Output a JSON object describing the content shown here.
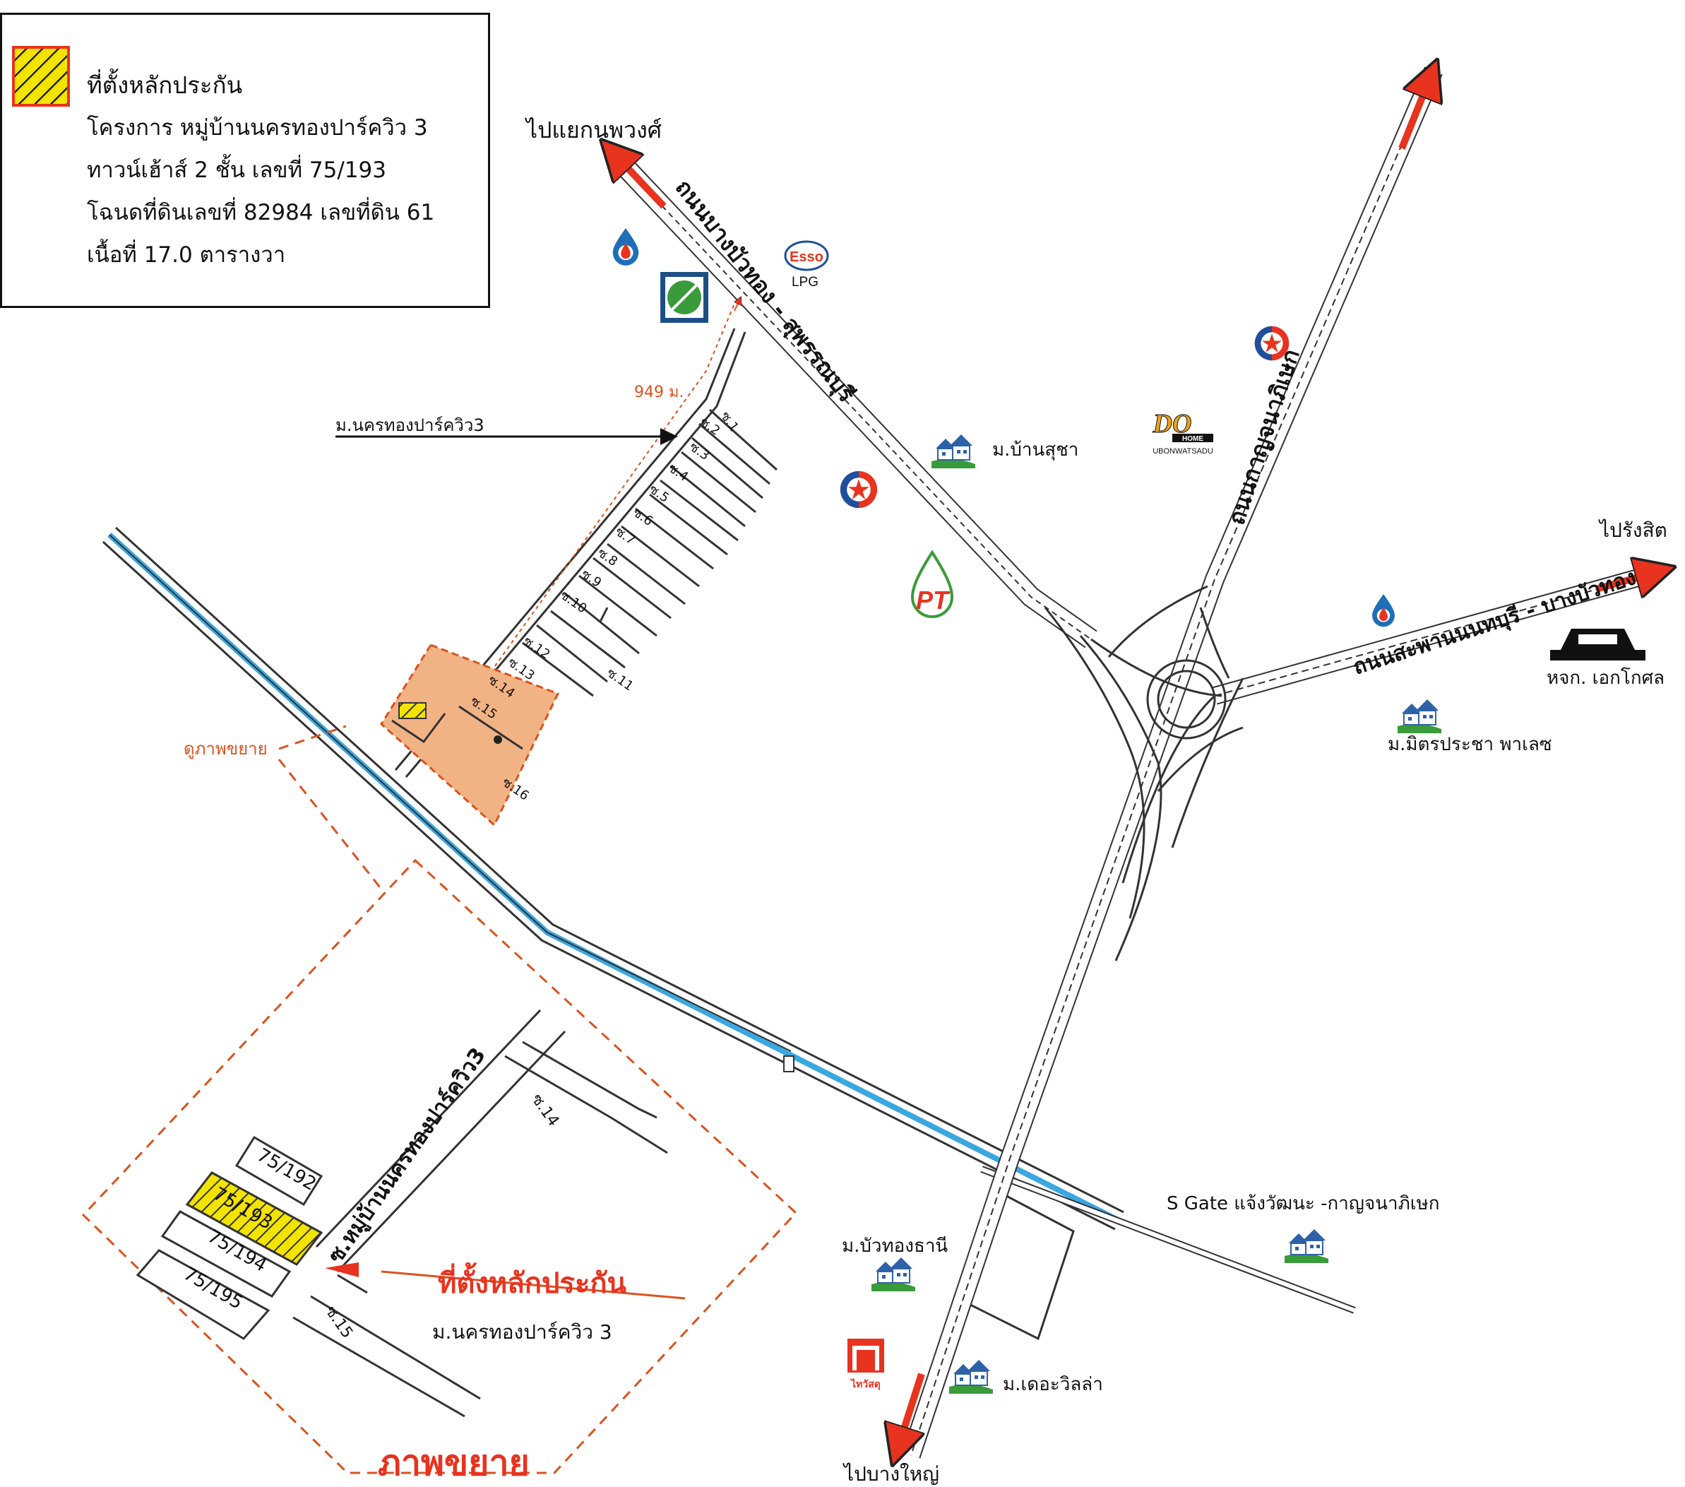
{
  "legend": {
    "swatch_label": "collateral-location-swatch",
    "title": "ที่ตั้งหลักประกัน",
    "line1": "โครงการ หมู่บ้านนครทองปาร์ควิว 3",
    "line2": "ทาวน์เฮ้าส์ 2 ชั้น เลขที่ 75/193",
    "line3": "โฉนดที่ดินเลขที่ 82984 เลขที่ดิน 61",
    "line4": "เนื้อที่ 17.0 ตารางวา"
  },
  "roads": {
    "bangbuathong_suphan": "ถนนบางบัวทอง - สุพรรณบุรี",
    "kanchanaphisek": "ถนนกาญจนาภิเษก",
    "saphan_nonthaburi": "ถนนสะพานนนทบุรี - บางบัวทอง"
  },
  "directions": {
    "to_nopphawong": "ไปแยกนพวงศ์",
    "to_rangsit": "ไปรังสิต",
    "to_bangyai": "ไปบางใหญ่"
  },
  "labels": {
    "village_arrow": "ม.นครทองปาร์ควิว3",
    "distance": "949 ม.",
    "see_enlarged": "ดูภาพขยาย",
    "enlarged_title": "ภาพขยาย",
    "collateral_location": "ที่ตั้งหลักประกัน",
    "village_main": "ม.นครทองปาร์ควิว 3",
    "soi_main": "ซ.หมู่บ้านนครทองปาร์ควิว3",
    "soi14": "ซ.14",
    "soi15": "ซ.15",
    "esso_sub": "LPG",
    "esso": "Esso",
    "do_home": "DO",
    "do_home_sub": "HOME",
    "do_home_sub2": "UBONWATSADU",
    "pt": "PT",
    "thai_watsadu": "ไทวัสดุ"
  },
  "sois": [
    "ซ.1",
    "ซ.2",
    "ซ.3",
    "ซ.4",
    "ซ.5",
    "ซ.6",
    "ซ.7",
    "ซ.8",
    "ซ.9",
    "ซ.10",
    "ซ.11",
    "ซ.12",
    "ซ.13",
    "ซ.14",
    "ซ.15",
    "ซ.16"
  ],
  "plots": [
    "75/192",
    "75/193",
    "75/194",
    "75/195"
  ],
  "landmarks": {
    "ban_sucha": "ม.บ้านสุชา",
    "mitrprachar": "ม.มิตรประชา พาเลซ",
    "ekkoson": "หจก. เอกโกศล",
    "sgate": "S Gate แจ้งวัฒนะ -กาญจนาภิเษก",
    "buathong_thani": "ม.บัวทองธานี",
    "the_villa": "ม.เดอะวิลล่า"
  },
  "colors": {
    "arrow_red": "#e8331f",
    "dashed_orange": "#d9531e",
    "canal_blue": "#3aa7e0",
    "zone_fill": "#f2b384",
    "hatch_yellow": "#f3e400",
    "ptt_blue": "#1e6fb8",
    "house_green": "#3a9b3a"
  }
}
